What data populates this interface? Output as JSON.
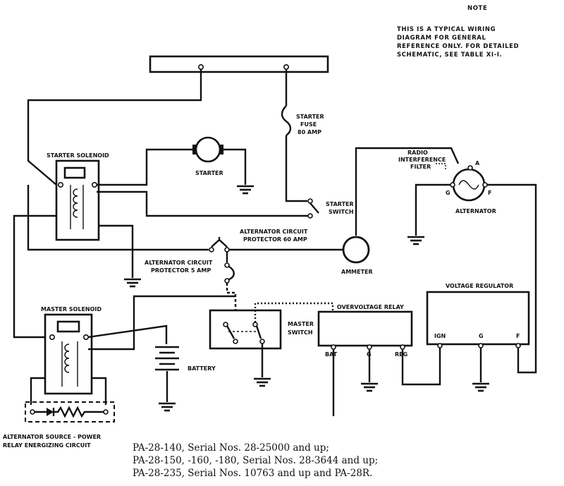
{
  "note": {
    "title": "NOTE",
    "lines": [
      "THIS IS A TYPICAL WIRING",
      "DIAGRAM FOR GENERAL",
      "REFERENCE ONLY. FOR DETAILED",
      "SCHEMATIC, SEE TABLE XI-I."
    ]
  },
  "labels": {
    "starter_fuse": [
      "STARTER",
      "FUSE",
      "80 AMP"
    ],
    "starter_solenoid": "STARTER SOLENOID",
    "starter": "STARTER",
    "starter_switch": [
      "STARTER",
      "SWITCH"
    ],
    "radio_filter": [
      "RADIO",
      "INTERFERENCE",
      "FILTER"
    ],
    "alternator": "ALTERNATOR",
    "alt_terminal_a": "A",
    "alt_terminal_f": "F",
    "alt_terminal_g": "G",
    "alt_protector_60": [
      "ALTERNATOR CIRCUIT",
      "PROTECTOR 60 AMP"
    ],
    "ammeter": "AMMETER",
    "alt_protector_5": [
      "ALTERNATOR CIRCUIT",
      "PROTECTOR 5 AMP"
    ],
    "master_solenoid": "MASTER SOLENOID",
    "battery": "BATTERY",
    "master_switch": [
      "MASTER",
      "SWITCH"
    ],
    "overvoltage_relay": "OVERVOLTAGE RELAY",
    "ovr_bat": "BAT",
    "ovr_g": "G",
    "ovr_reg": "REG",
    "voltage_regulator": "VOLTAGE REGULATOR",
    "vr_ign": "IGN",
    "vr_g": "G",
    "vr_f": "F",
    "alt_source": [
      "ALTERNATOR SOURCE - POWER",
      "RELAY ENERGIZING CIRCUIT"
    ]
  },
  "footer": [
    "PA-28-140, Serial Nos. 28-25000 and up;",
    "PA-28-150, -160, -180, Serial Nos. 28-3644 and up;",
    "PA-28-235, Serial Nos. 10763 and up and PA-28R."
  ]
}
